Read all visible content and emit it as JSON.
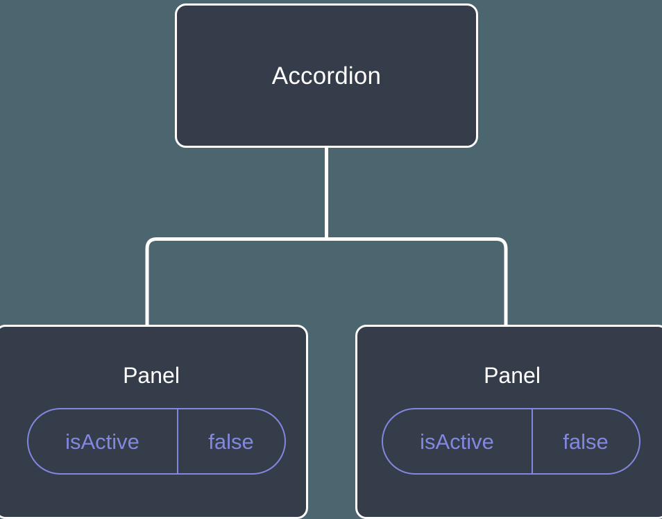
{
  "diagram": {
    "type": "component-tree",
    "background_color": "#4c6670",
    "node_fill_color": "#353c4a",
    "node_border_color": "#ffffff",
    "connector_color": "#ffffff",
    "prop_accent_color": "#8288e0",
    "root": {
      "label": "Accordion"
    },
    "children": [
      {
        "label": "Panel",
        "props": [
          {
            "key": "isActive",
            "value": "false"
          }
        ]
      },
      {
        "label": "Panel",
        "props": [
          {
            "key": "isActive",
            "value": "false"
          }
        ]
      }
    ]
  }
}
